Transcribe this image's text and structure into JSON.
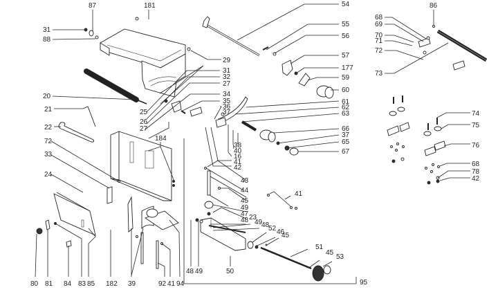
{
  "diagram": {
    "type": "exploded-parts-diagram",
    "callouts": [
      {
        "id": "c87",
        "label": "87"
      },
      {
        "id": "c181",
        "label": "181"
      },
      {
        "id": "c31a",
        "label": "31"
      },
      {
        "id": "c88",
        "label": "88"
      },
      {
        "id": "c20",
        "label": "20"
      },
      {
        "id": "c29",
        "label": "29"
      },
      {
        "id": "c31b",
        "label": "31"
      },
      {
        "id": "c32",
        "label": "32"
      },
      {
        "id": "c27a",
        "label": "27"
      },
      {
        "id": "c34",
        "label": "34"
      },
      {
        "id": "c35",
        "label": "35"
      },
      {
        "id": "c36",
        "label": "36"
      },
      {
        "id": "c37a",
        "label": "37"
      },
      {
        "id": "c25",
        "label": "25"
      },
      {
        "id": "c26",
        "label": "26"
      },
      {
        "id": "c27b",
        "label": "27"
      },
      {
        "id": "c21",
        "label": "21"
      },
      {
        "id": "c22",
        "label": "22"
      },
      {
        "id": "c72a",
        "label": "72"
      },
      {
        "id": "c33",
        "label": "33"
      },
      {
        "id": "c24",
        "label": "24"
      },
      {
        "id": "c184",
        "label": "184"
      },
      {
        "id": "c54",
        "label": "54"
      },
      {
        "id": "c55",
        "label": "55"
      },
      {
        "id": "c56",
        "label": "56"
      },
      {
        "id": "c57",
        "label": "57"
      },
      {
        "id": "c177",
        "label": "177"
      },
      {
        "id": "c59",
        "label": "59"
      },
      {
        "id": "c60",
        "label": "60"
      },
      {
        "id": "c61",
        "label": "61"
      },
      {
        "id": "c62",
        "label": "62"
      },
      {
        "id": "c63",
        "label": "63"
      },
      {
        "id": "c66",
        "label": "66"
      },
      {
        "id": "c37b",
        "label": "37"
      },
      {
        "id": "c65",
        "label": "65"
      },
      {
        "id": "c67",
        "label": "67"
      },
      {
        "id": "c38",
        "label": "38"
      },
      {
        "id": "c40",
        "label": "40"
      },
      {
        "id": "c16",
        "label": "16"
      },
      {
        "id": "c41a",
        "label": "41"
      },
      {
        "id": "c42a",
        "label": "42"
      },
      {
        "id": "c86",
        "label": "86"
      },
      {
        "id": "c68a",
        "label": "68"
      },
      {
        "id": "c69",
        "label": "69"
      },
      {
        "id": "c70",
        "label": "70"
      },
      {
        "id": "c71",
        "label": "71"
      },
      {
        "id": "c72b",
        "label": "72"
      },
      {
        "id": "c73",
        "label": "73"
      },
      {
        "id": "c74",
        "label": "74"
      },
      {
        "id": "c75",
        "label": "75"
      },
      {
        "id": "c76",
        "label": "76"
      },
      {
        "id": "c68b",
        "label": "68"
      },
      {
        "id": "c78",
        "label": "78"
      },
      {
        "id": "c42b",
        "label": "42"
      },
      {
        "id": "c43",
        "label": "43"
      },
      {
        "id": "c44",
        "label": "44"
      },
      {
        "id": "c45a",
        "label": "45"
      },
      {
        "id": "c49a",
        "label": "49"
      },
      {
        "id": "c47",
        "label": "47"
      },
      {
        "id": "c48a",
        "label": "48"
      },
      {
        "id": "c23",
        "label": "23"
      },
      {
        "id": "c49b",
        "label": "49"
      },
      {
        "id": "c48b",
        "label": "48"
      },
      {
        "id": "c52",
        "label": "52"
      },
      {
        "id": "c46",
        "label": "46"
      },
      {
        "id": "c45b",
        "label": "45"
      },
      {
        "id": "c41b",
        "label": "41"
      },
      {
        "id": "c51",
        "label": "51"
      },
      {
        "id": "c45c",
        "label": "45"
      },
      {
        "id": "c53",
        "label": "53"
      },
      {
        "id": "c50",
        "label": "50"
      },
      {
        "id": "c48c",
        "label": "48"
      },
      {
        "id": "c49c",
        "label": "49"
      },
      {
        "id": "c95",
        "label": "95"
      },
      {
        "id": "c80",
        "label": "80"
      },
      {
        "id": "c81",
        "label": "81"
      },
      {
        "id": "c84",
        "label": "84"
      },
      {
        "id": "c83",
        "label": "83"
      },
      {
        "id": "c85",
        "label": "85"
      },
      {
        "id": "c182",
        "label": "182"
      },
      {
        "id": "c39",
        "label": "39"
      },
      {
        "id": "c92",
        "label": "92"
      },
      {
        "id": "c41c",
        "label": "41"
      },
      {
        "id": "c94",
        "label": "94"
      }
    ]
  }
}
